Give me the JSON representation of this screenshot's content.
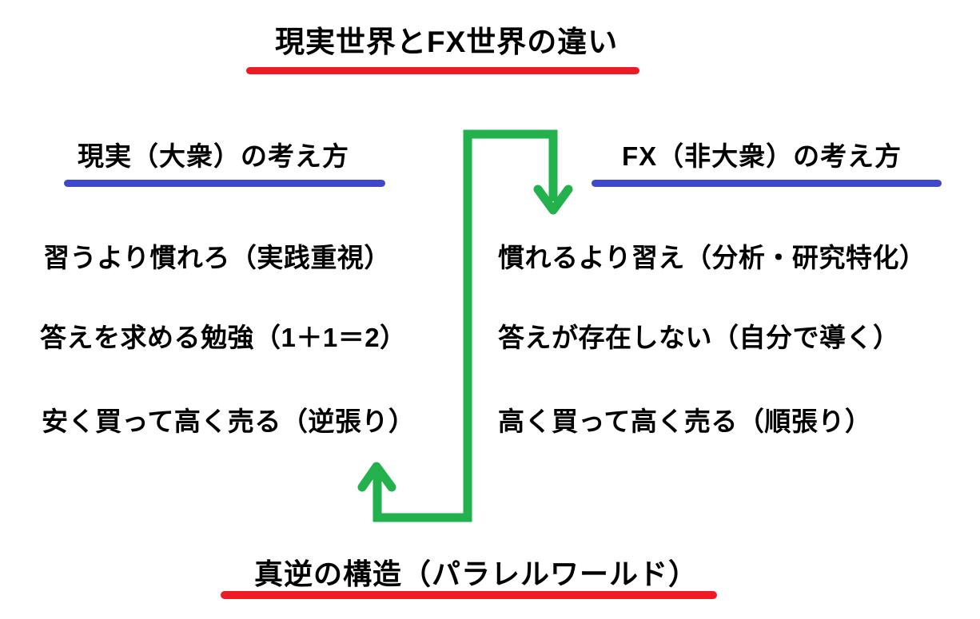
{
  "title": {
    "text": "現実世界とFX世界の違い"
  },
  "columns": {
    "left": {
      "header": "現実（大衆）の考え方",
      "items": [
        "習うより慣れろ（実践重視）",
        "答えを求める勉強（1＋1＝2）",
        "安く買って高く売る（逆張り）"
      ]
    },
    "right": {
      "header": "FX（非大衆）の考え方",
      "items": [
        "慣れるより習え（分析・研究特化）",
        "答えが存在しない（自分で導く）",
        "高く買って高く売る（順張り）"
      ]
    }
  },
  "footer": {
    "text": "真逆の構造（パラレルワールド）"
  },
  "colors": {
    "text": "#000000",
    "background": "#FFFFFF",
    "underline_red": "#ED1C24",
    "underline_blue": "#3F48CC",
    "arrow_green": "#22B14C"
  }
}
